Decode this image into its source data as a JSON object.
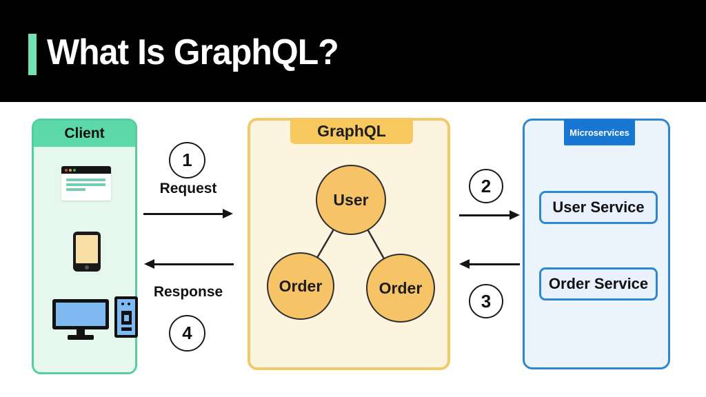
{
  "header": {
    "title": "What Is GraphQL?"
  },
  "client": {
    "title": "Client",
    "icons": [
      "browser-window",
      "smartphone",
      "desktop-computer"
    ]
  },
  "graphql": {
    "title": "GraphQL",
    "nodes": [
      {
        "label": "User"
      },
      {
        "label": "Order"
      },
      {
        "label": "Order"
      }
    ]
  },
  "microservices": {
    "title": "Microservices",
    "services": [
      {
        "label": "User Service"
      },
      {
        "label": "Order Service"
      }
    ]
  },
  "flow": {
    "steps": [
      {
        "num": "1",
        "label": "Request"
      },
      {
        "num": "2",
        "label": ""
      },
      {
        "num": "3",
        "label": ""
      },
      {
        "num": "4",
        "label": "Response"
      }
    ]
  },
  "colors": {
    "header_bg": "#020202",
    "title_accent": "#72E2B5",
    "client_header": "#5DD8A8",
    "client_border": "#55CDA1",
    "client_body": "#E6F7EE",
    "graphql_tab": "#F7C85E",
    "graphql_border": "#F1C967",
    "graphql_body": "#FCF4DF",
    "node_fill": "#F6C366",
    "micro_tab": "#1777D3",
    "micro_border": "#2E86D1",
    "micro_body": "#EBF4FB",
    "arrow": "#141414"
  }
}
